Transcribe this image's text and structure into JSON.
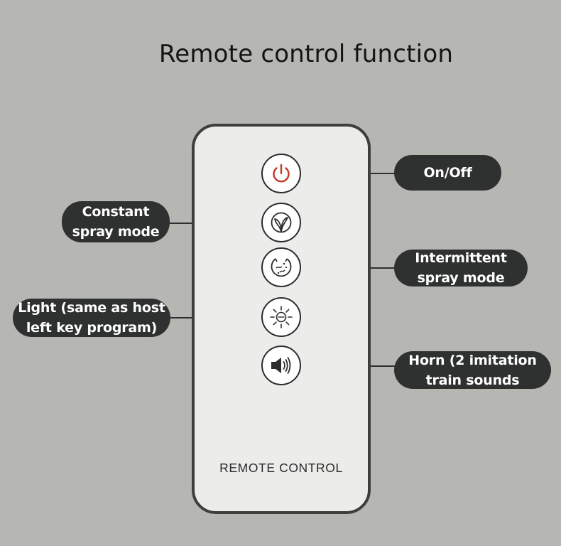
{
  "title": "Remote control function",
  "remote": {
    "brand_label": "REMOTE CONTROL"
  },
  "buttons": [
    {
      "icon": "power-icon",
      "accent": "#c0392b"
    },
    {
      "icon": "constant-spray-icon"
    },
    {
      "icon": "intermittent-spray-icon"
    },
    {
      "icon": "light-icon"
    },
    {
      "icon": "horn-speaker-icon"
    }
  ],
  "callouts": {
    "on_off": "On/Off",
    "constant_spray": "Constant\nspray mode",
    "intermittent_spray": "Intermittent\nspray mode",
    "light": "Light (same as host\nleft key program)",
    "horn": "Horn (2 imitation\ntrain sounds"
  },
  "colors": {
    "background": "#b6b7b2",
    "remote_body": "#ecedeb",
    "callout_fill": "#2f3131",
    "power_red": "#c0392b"
  }
}
